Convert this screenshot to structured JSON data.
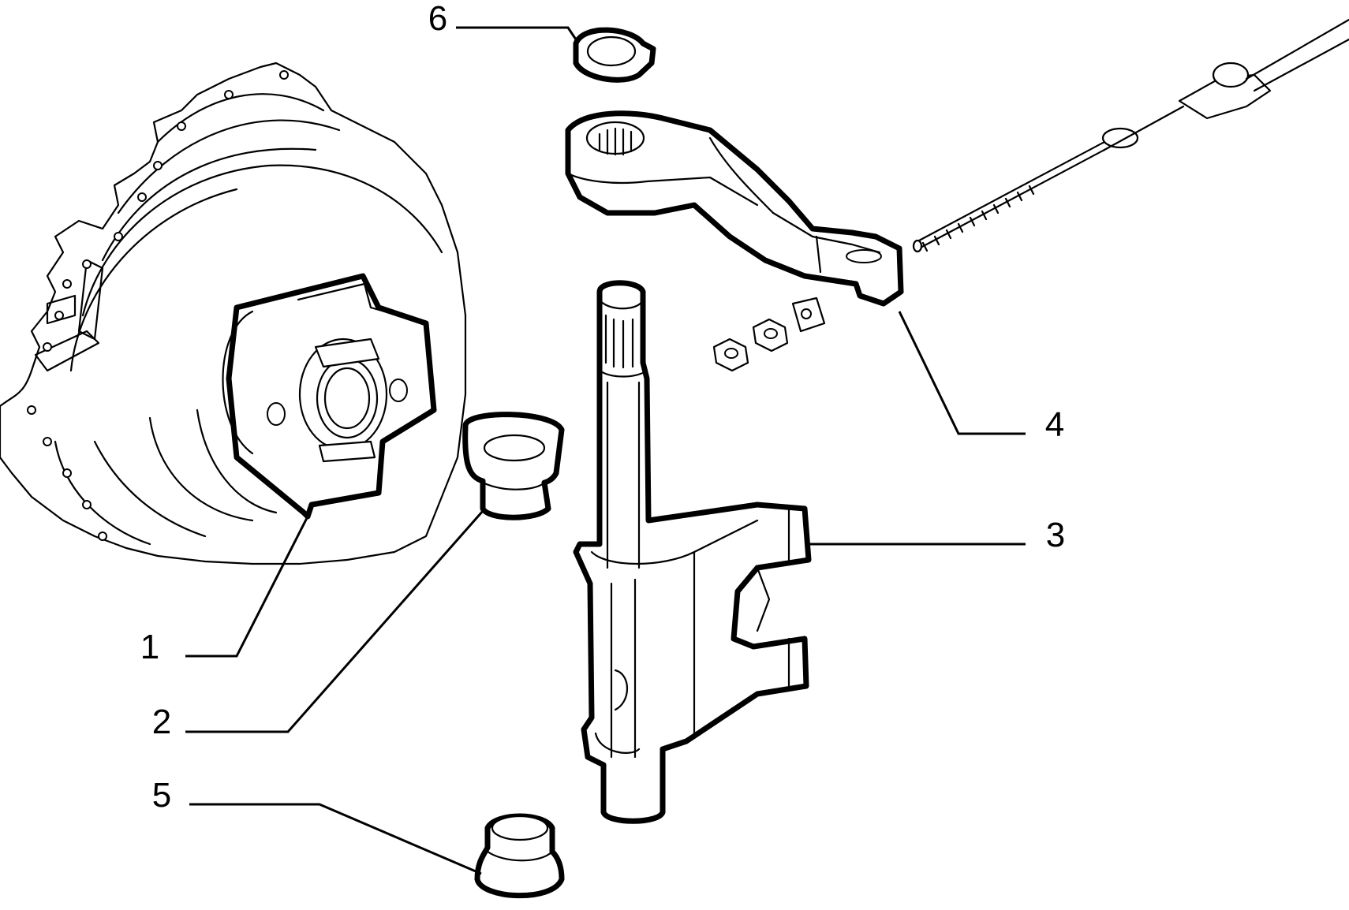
{
  "diagram": {
    "callouts": [
      {
        "id": "1",
        "label": "1"
      },
      {
        "id": "2",
        "label": "2"
      },
      {
        "id": "3",
        "label": "3"
      },
      {
        "id": "4",
        "label": "4"
      },
      {
        "id": "5",
        "label": "5"
      },
      {
        "id": "6",
        "label": "6"
      }
    ],
    "colors": {
      "line": "#000000",
      "background": "#ffffff"
    }
  }
}
